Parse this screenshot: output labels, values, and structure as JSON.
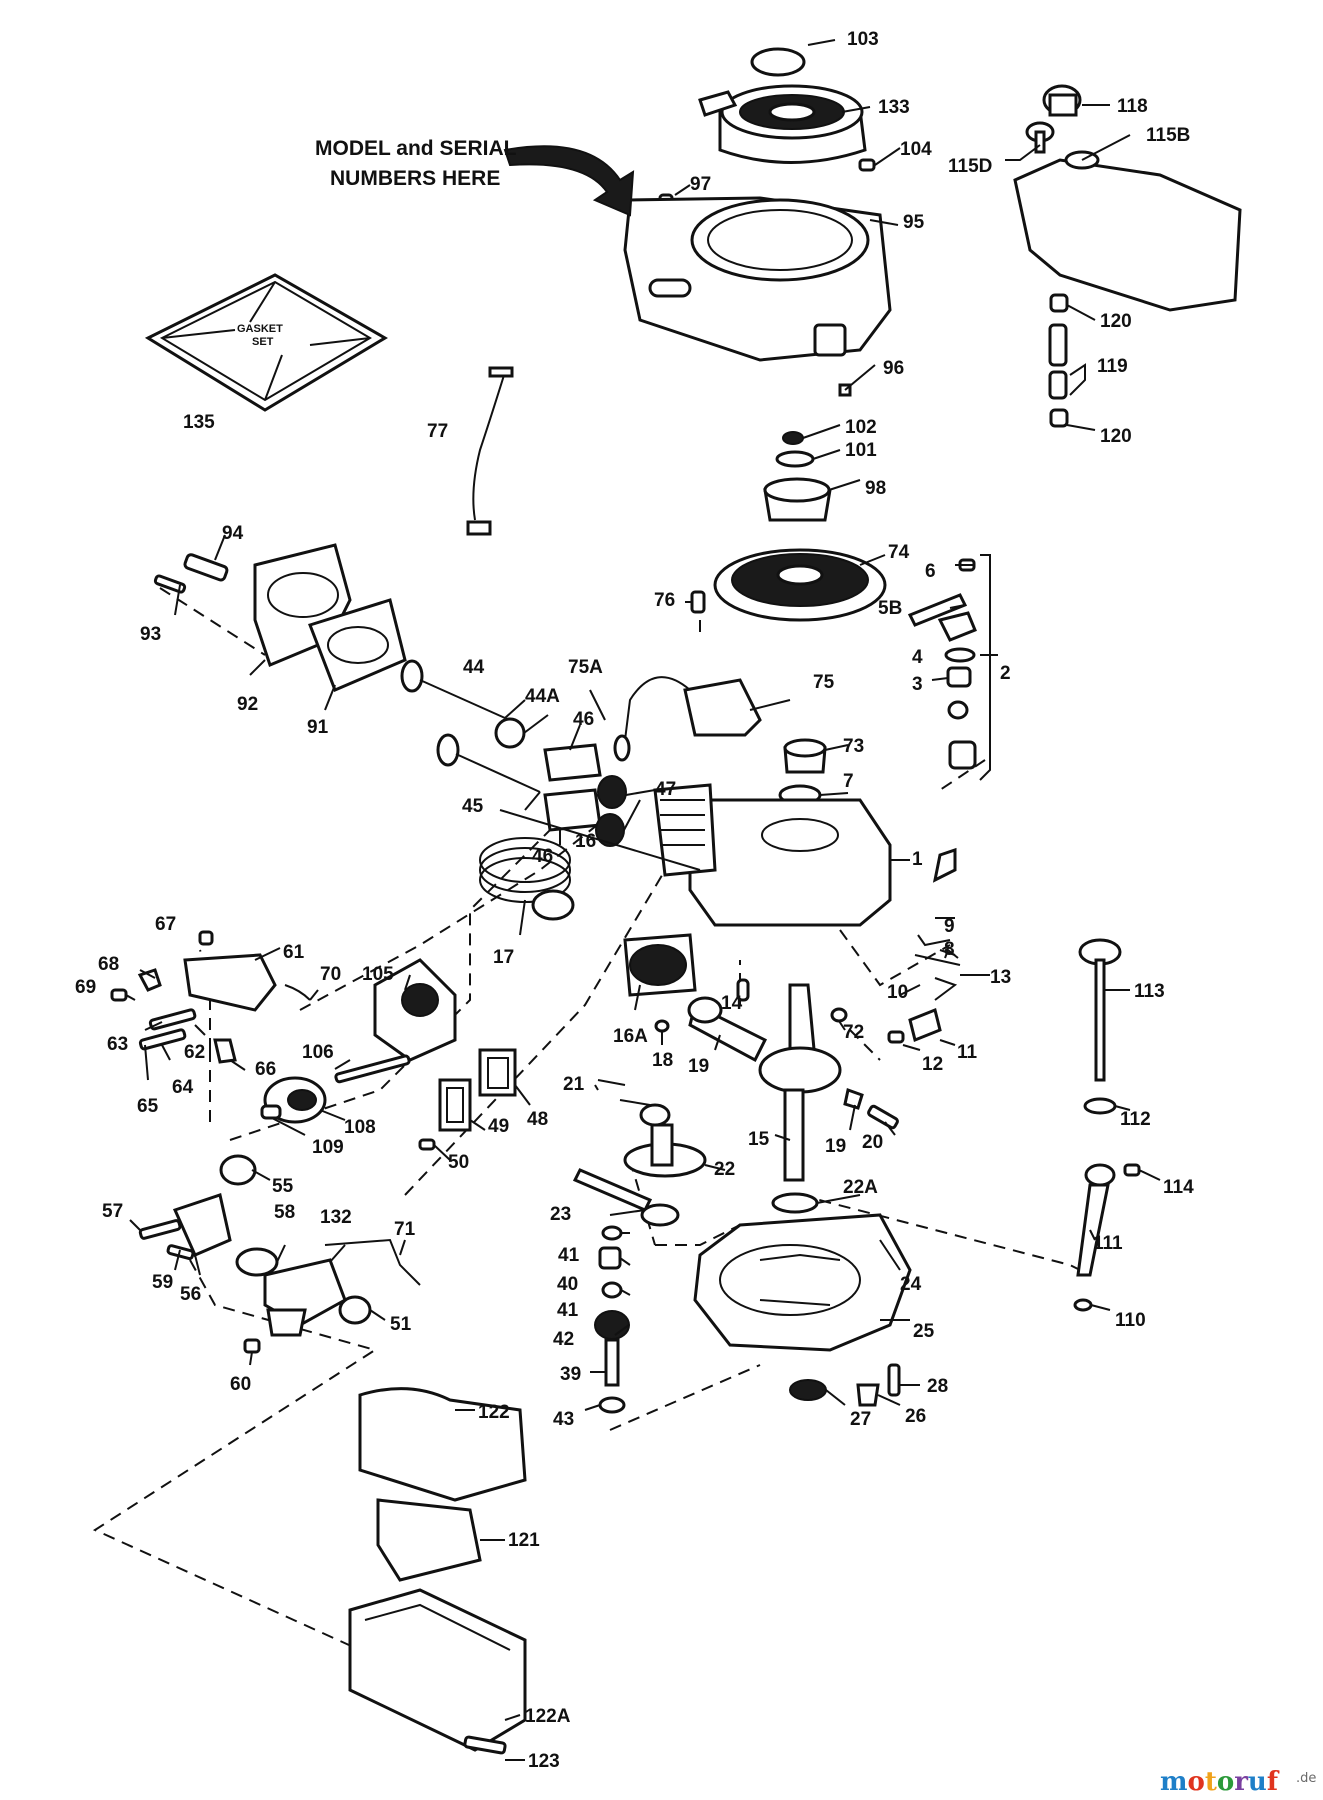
{
  "callout": {
    "line1": "MODEL and SERIAL",
    "line2": "NUMBERS HERE"
  },
  "gasket_set": {
    "line1": "GASKET",
    "line2": "SET"
  },
  "watermark": {
    "text": "motoruf",
    "suffix": ".de",
    "colors": [
      "#1e7fc8",
      "#e0341e",
      "#f0a21a",
      "#2b9a3a",
      "#7a3fa0",
      "#1e7fc8",
      "#e0341e"
    ]
  },
  "part_labels": [
    "103",
    "133",
    "104",
    "97",
    "95",
    "118",
    "115B",
    "115D",
    "120",
    "119",
    "120",
    "96",
    "102",
    "101",
    "98",
    "135",
    "77",
    "74",
    "6",
    "5B",
    "2",
    "4",
    "3",
    "76",
    "94",
    "93",
    "92",
    "91",
    "44",
    "44A",
    "46",
    "47",
    "46",
    "45",
    "75A",
    "75",
    "73",
    "7",
    "1",
    "16",
    "17",
    "9",
    "8",
    "13",
    "67",
    "61",
    "68",
    "69",
    "70",
    "105",
    "63",
    "62",
    "66",
    "64",
    "65",
    "106",
    "108",
    "109",
    "16A",
    "18",
    "19",
    "14",
    "72",
    "10",
    "11",
    "12",
    "113",
    "21",
    "22",
    "15",
    "19",
    "20",
    "48",
    "49",
    "50",
    "55",
    "57",
    "58",
    "132",
    "71",
    "59",
    "56",
    "51",
    "60",
    "23",
    "22A",
    "112",
    "114",
    "41",
    "40",
    "41",
    "42",
    "39",
    "43",
    "24",
    "25",
    "28",
    "26",
    "27",
    "111",
    "110",
    "122",
    "121",
    "122A",
    "123"
  ]
}
